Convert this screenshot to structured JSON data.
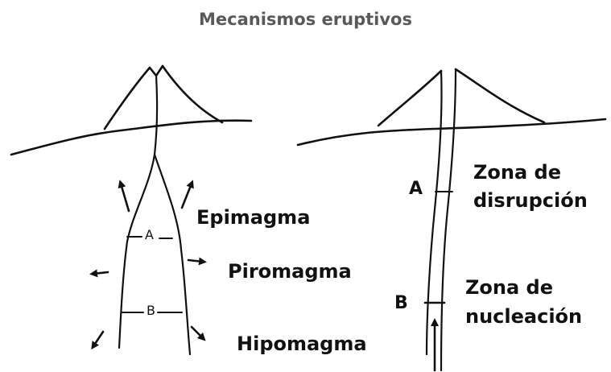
{
  "title": "Mecanismos eruptivos",
  "left": {
    "marker_a": "A",
    "marker_b": "B",
    "labels": {
      "epimagma": "Epimagma",
      "piromagma": "Piromagma",
      "hipomagma": "Hipomagma"
    }
  },
  "right": {
    "marker_a": "A",
    "marker_b": "B",
    "zona_disrupcion": [
      "Zona de",
      "disrupción"
    ],
    "zona_nucleacion": [
      "Zona de",
      "nucleación"
    ]
  },
  "colors": {
    "title": "#595959",
    "ink": "#111111"
  }
}
